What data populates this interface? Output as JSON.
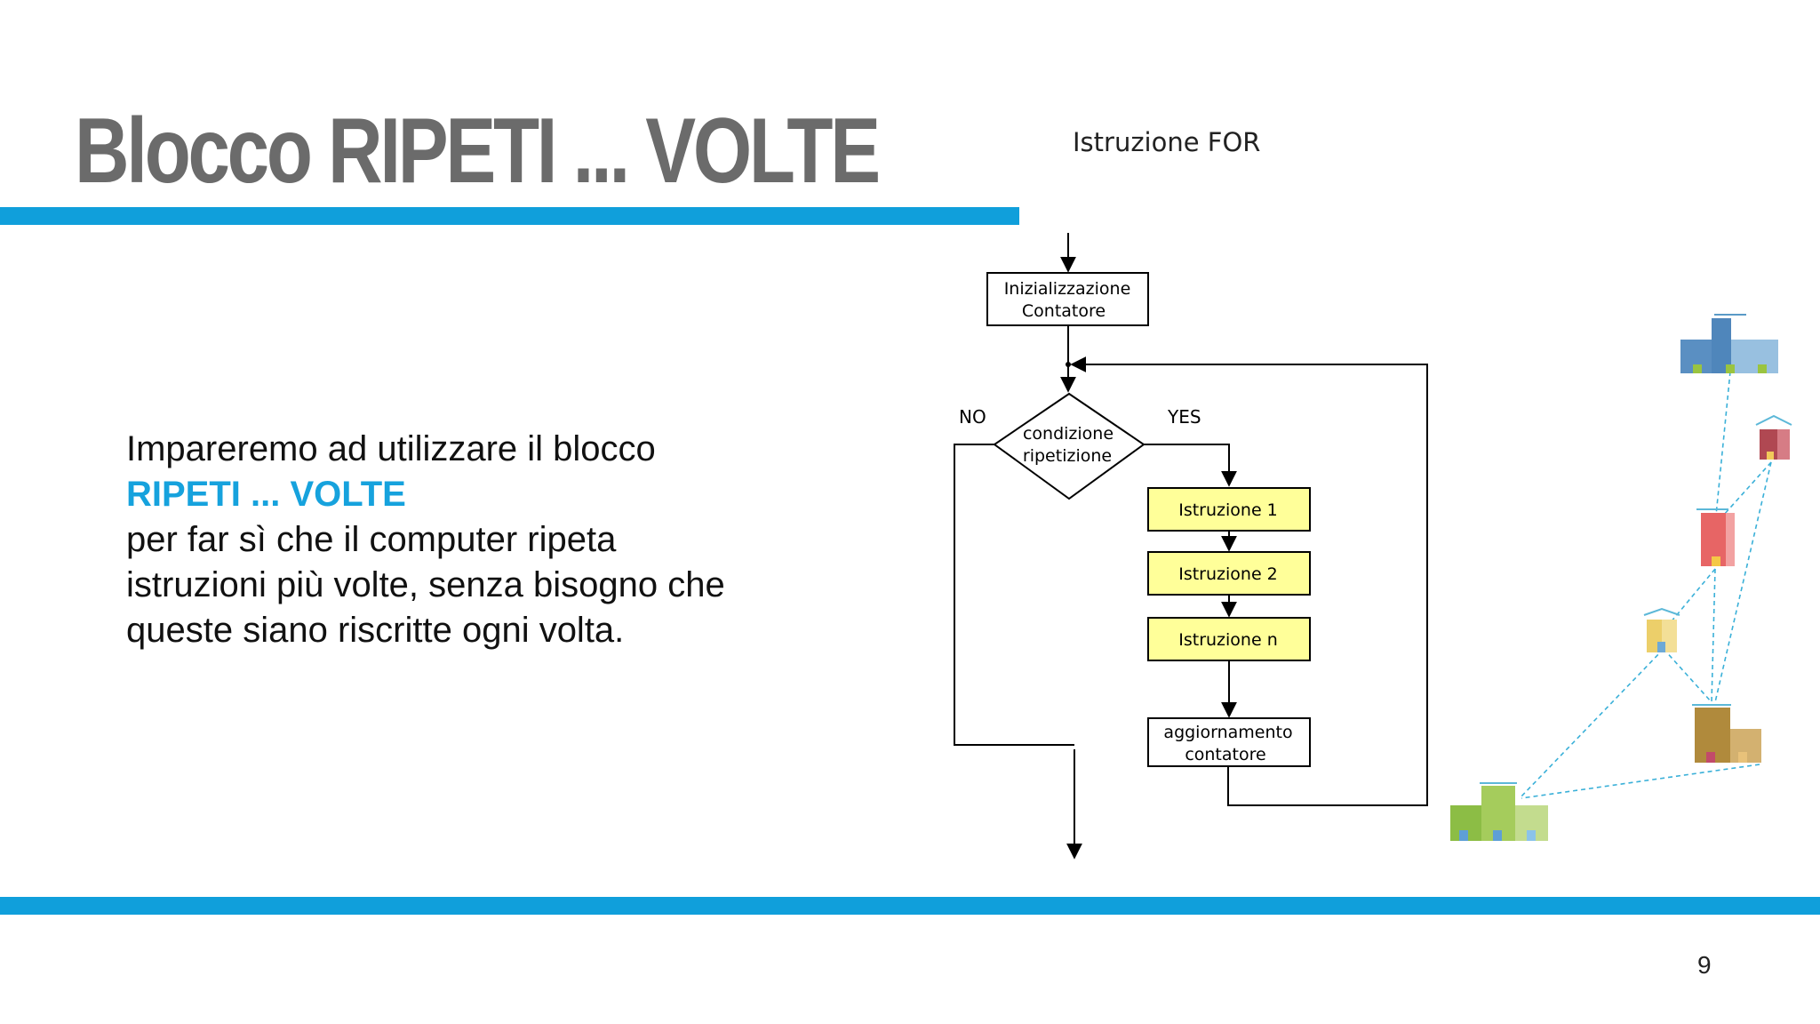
{
  "slide": {
    "title": "Blocco RIPETI ... VOLTE",
    "body": {
      "line1": "Impareremo ad utilizzare il blocco",
      "highlight": "RIPETI ... VOLTE",
      "line3": "per far sì che il computer ripeta",
      "line4": "istruzioni più volte, senza bisogno che",
      "line5": "queste siano riscritte ogni volta."
    },
    "page_number": "9",
    "accent_color": "#109fdb",
    "highlight_color": "#16a2dd"
  },
  "flowchart": {
    "title": "Istruzione FOR",
    "init_line1": "Inizializzazione",
    "init_line2": "Contatore",
    "condition_line1": "condizione",
    "condition_line2": "ripetizione",
    "no_label": "NO",
    "yes_label": "YES",
    "step1": "Istruzione 1",
    "step2": "Istruzione 2",
    "stepn": "Istruzione n",
    "update_line1": "aggiornamento",
    "update_line2": "contatore",
    "box_fill": "#ffff99"
  }
}
